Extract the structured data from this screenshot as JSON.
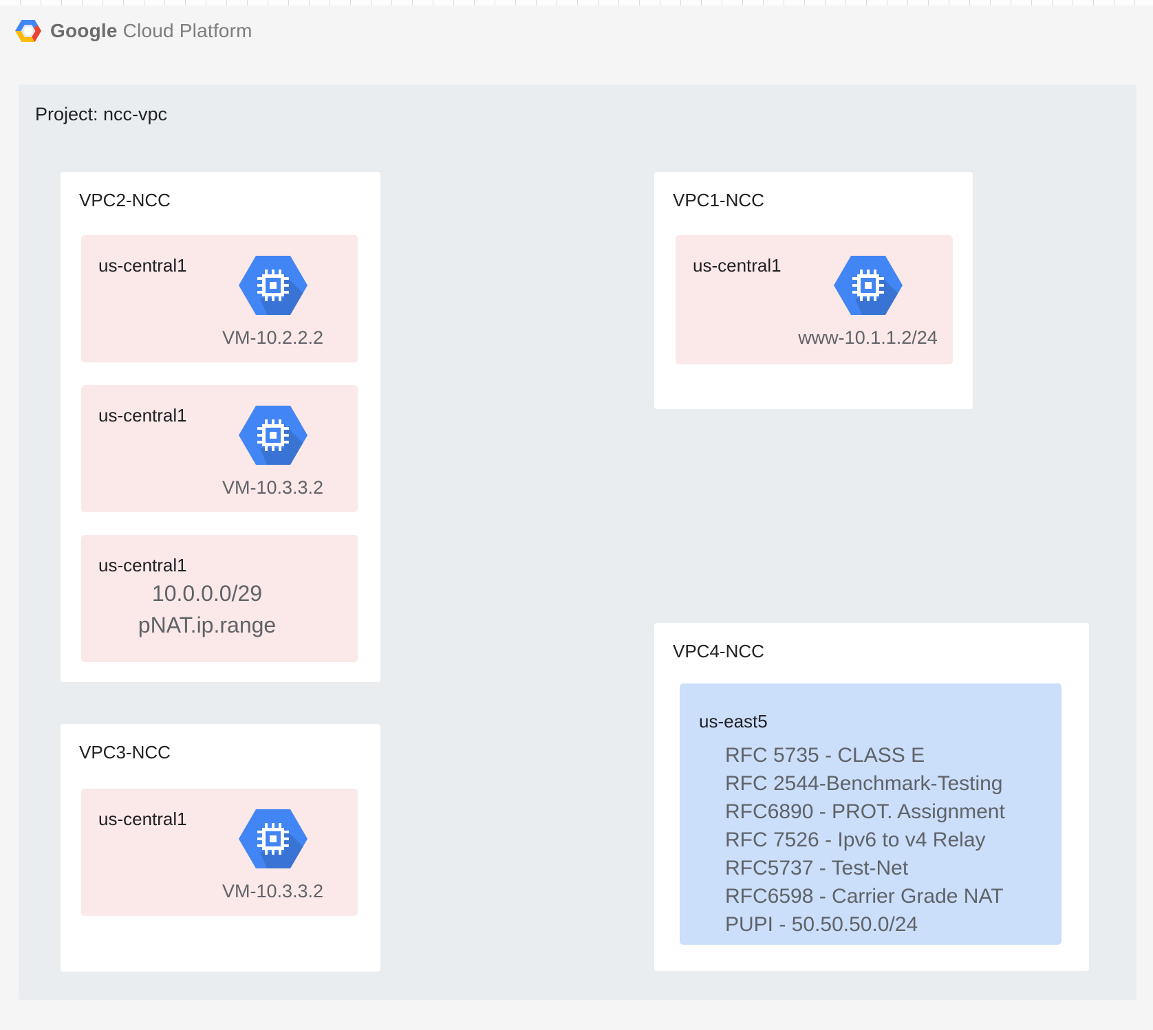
{
  "header": {
    "brand_bold": "Google",
    "brand_rest": " Cloud Platform"
  },
  "project": {
    "label": "Project: ncc-vpc"
  },
  "vpcs": [
    {
      "id": "vpc2-ncc",
      "title": "VPC2-NCC",
      "subnets": [
        {
          "type": "vm",
          "region": "us-central1",
          "icon": "compute-engine-icon",
          "caption": "VM-10.2.2.2"
        },
        {
          "type": "vm",
          "region": "us-central1",
          "icon": "compute-engine-icon",
          "caption": "VM-10.3.3.2"
        },
        {
          "type": "text",
          "region": "us-central1",
          "lines": [
            "10.0.0.0/29",
            "pNAT.ip.range"
          ]
        }
      ]
    },
    {
      "id": "vpc1-ncc",
      "title": "VPC1-NCC",
      "subnets": [
        {
          "type": "vm",
          "region": "us-central1",
          "icon": "compute-engine-icon",
          "caption": "www-10.1.1.2/24"
        }
      ]
    },
    {
      "id": "vpc3-ncc",
      "title": "VPC3-NCC",
      "subnets": [
        {
          "type": "vm",
          "region": "us-central1",
          "icon": "compute-engine-icon",
          "caption": "VM-10.3.3.2"
        }
      ]
    },
    {
      "id": "vpc4-ncc",
      "title": "VPC4-NCC",
      "subnets": [
        {
          "type": "list",
          "region": "us-east5",
          "lines": [
            "RFC 5735 - CLASS E",
            "RFC 2544-Benchmark-Testing",
            "RFC6890 - PROT. Assignment",
            "RFC 7526 - Ipv6 to v4 Relay",
            "RFC5737 - Test-Net",
            "RFC6598 - Carrier Grade NAT",
            "PUPI - 50.50.50.0/24"
          ]
        }
      ]
    }
  ],
  "colors": {
    "page_bg": "#f5f5f5",
    "project_bg": "#e9edf0",
    "card_bg": "#ffffff",
    "subnet_pink": "#fbe8e8",
    "subnet_blue": "#cbdefa",
    "icon_blue": "#4285f4",
    "title_text": "#202124",
    "muted_text": "#5f6368",
    "logo_gray": "#757575"
  }
}
